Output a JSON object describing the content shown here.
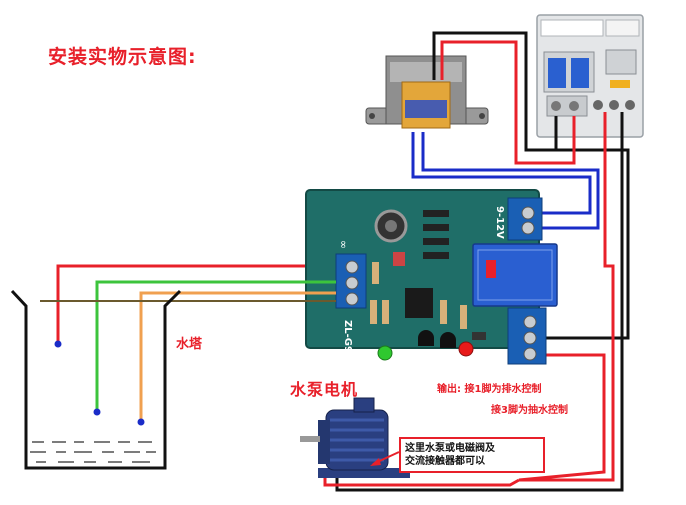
{
  "title": "安装实物示意图:",
  "labels": {
    "water_tower": "水塔",
    "pump_motor": "水泵电机",
    "output_line1": "输出: 接1脚为排水控制",
    "output_line2": "接3脚为抽水控制",
    "note_line1": "这里水泵或电磁阀及",
    "note_line2": "交流接触器都可以"
  },
  "board": {
    "side_label": "∞",
    "model": "ZL-G9",
    "voltage": "9-12V"
  },
  "colors": {
    "wire_red": "#e8202a",
    "wire_blue": "#1a2cc8",
    "wire_black": "#111111",
    "wire_green": "#3cc43c",
    "wire_orange": "#f0a050",
    "wire_brown": "#6b5a2e",
    "pcb": "#1f6e68",
    "terminal_blue": "#1a5fb4",
    "relay_blue": "#2a5fd1",
    "breaker": "#e8e8e8"
  },
  "icons": [
    "transformer-icon",
    "circuit-breaker-icon",
    "relay-icon",
    "motor-icon"
  ]
}
